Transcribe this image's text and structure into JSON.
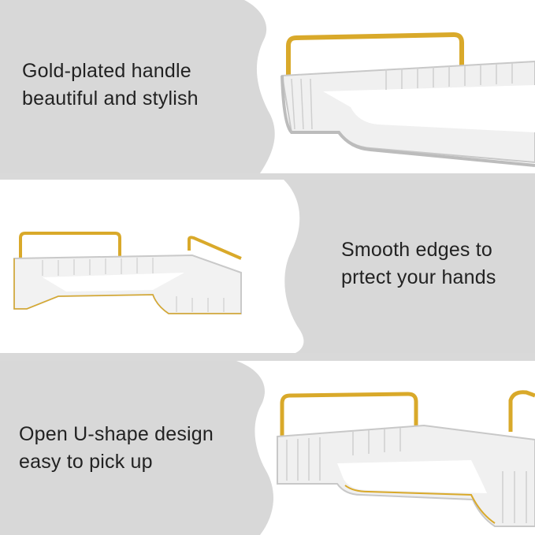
{
  "panels": [
    {
      "id": "gold-handle",
      "lines": [
        "Gold-plated handle",
        "beautiful and stylish"
      ]
    },
    {
      "id": "smooth-edges",
      "lines": [
        "Smooth edges to",
        "prtect your hands"
      ]
    },
    {
      "id": "open-u-shape",
      "lines": [
        "Open U-shape design",
        "easy to pick up"
      ]
    }
  ],
  "colors": {
    "panel_gray": "#d8d8d8",
    "photo_white": "#ffffff",
    "gold": "#d9a92a",
    "text": "#222222"
  }
}
